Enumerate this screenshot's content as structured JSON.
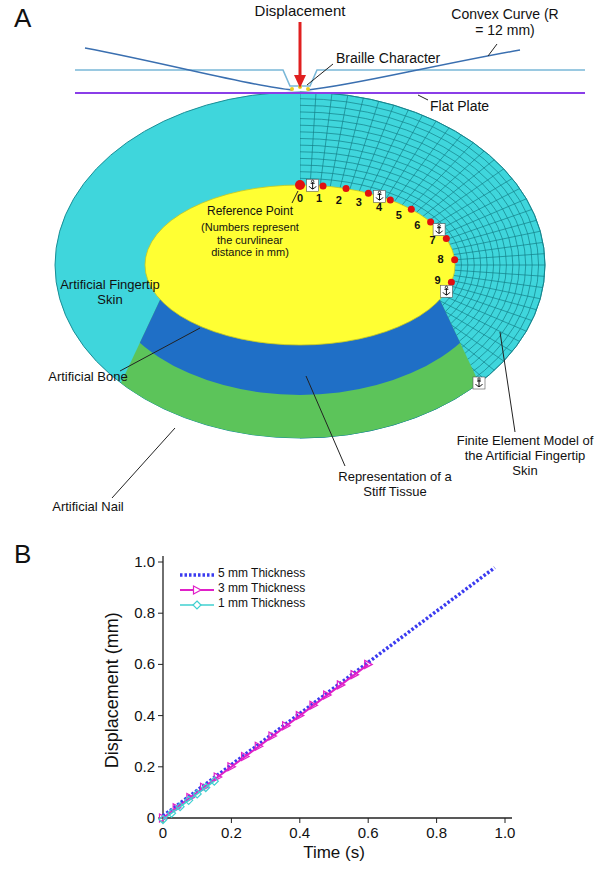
{
  "diagram": {
    "labels": [
      "A",
      "Displacement",
      "Braille Character",
      "Convex Curve (R = 12 mm)",
      "Flat Plate",
      "Reference Point",
      "(Numbers represent the curvlinear distance in mm)",
      "0",
      "1",
      "2",
      "3",
      "4",
      "5",
      "6",
      "7",
      "8",
      "9",
      "Artificial Fingertip Skin",
      "Artificial Bone",
      "Artificial Nail",
      "Representation of a Stiff Tissue",
      "Finite Element Model of the Artificial Fingertip Skin",
      "B",
      "0",
      "0.2",
      "0.4",
      "0.6",
      "0.8",
      "1.0",
      "0",
      "0.2",
      "0.4",
      "0.6",
      "0.8",
      "1.0",
      "Displacement (mm)",
      "Time (s)"
    ],
    "legend": [
      {
        "text": "5 mm Thickness"
      },
      {
        "text": "3 mm Thickness"
      },
      {
        "text": "1 mm Thickness"
      }
    ]
  }
}
